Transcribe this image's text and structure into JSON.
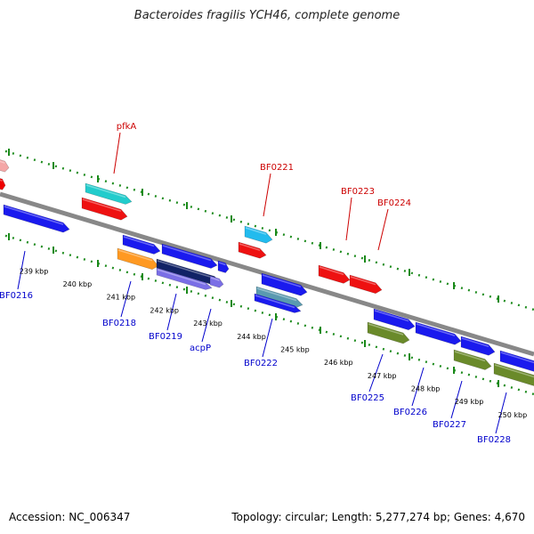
{
  "title": "Bacteroides fragilis YCH46, complete genome",
  "footer": {
    "accession": "Accession: NC_006347",
    "topology": "Topology: circular; Length: 5,277,274 bp; Genes: 4,670"
  },
  "colors": {
    "backbone": "#888888",
    "tick": "#1a8a1a",
    "label_top": "#cc0000",
    "label_bottom": "#0000cc"
  },
  "ruler": [
    "239 kbp",
    "240 kbp",
    "241 kbp",
    "242 kbp",
    "243 kbp",
    "244 kbp",
    "245 kbp",
    "246 kbp",
    "247 kbp",
    "248 kbp",
    "249 kbp",
    "250 kbp"
  ],
  "gene_labels_top": [
    "pfkA",
    "BF0221",
    "BF0223",
    "BF0224"
  ],
  "gene_labels_bottom": [
    "BF0216",
    "BF0218",
    "BF0219",
    "acpP",
    "BF0222",
    "BF0225",
    "BF0226",
    "BF0227",
    "BF0228"
  ]
}
